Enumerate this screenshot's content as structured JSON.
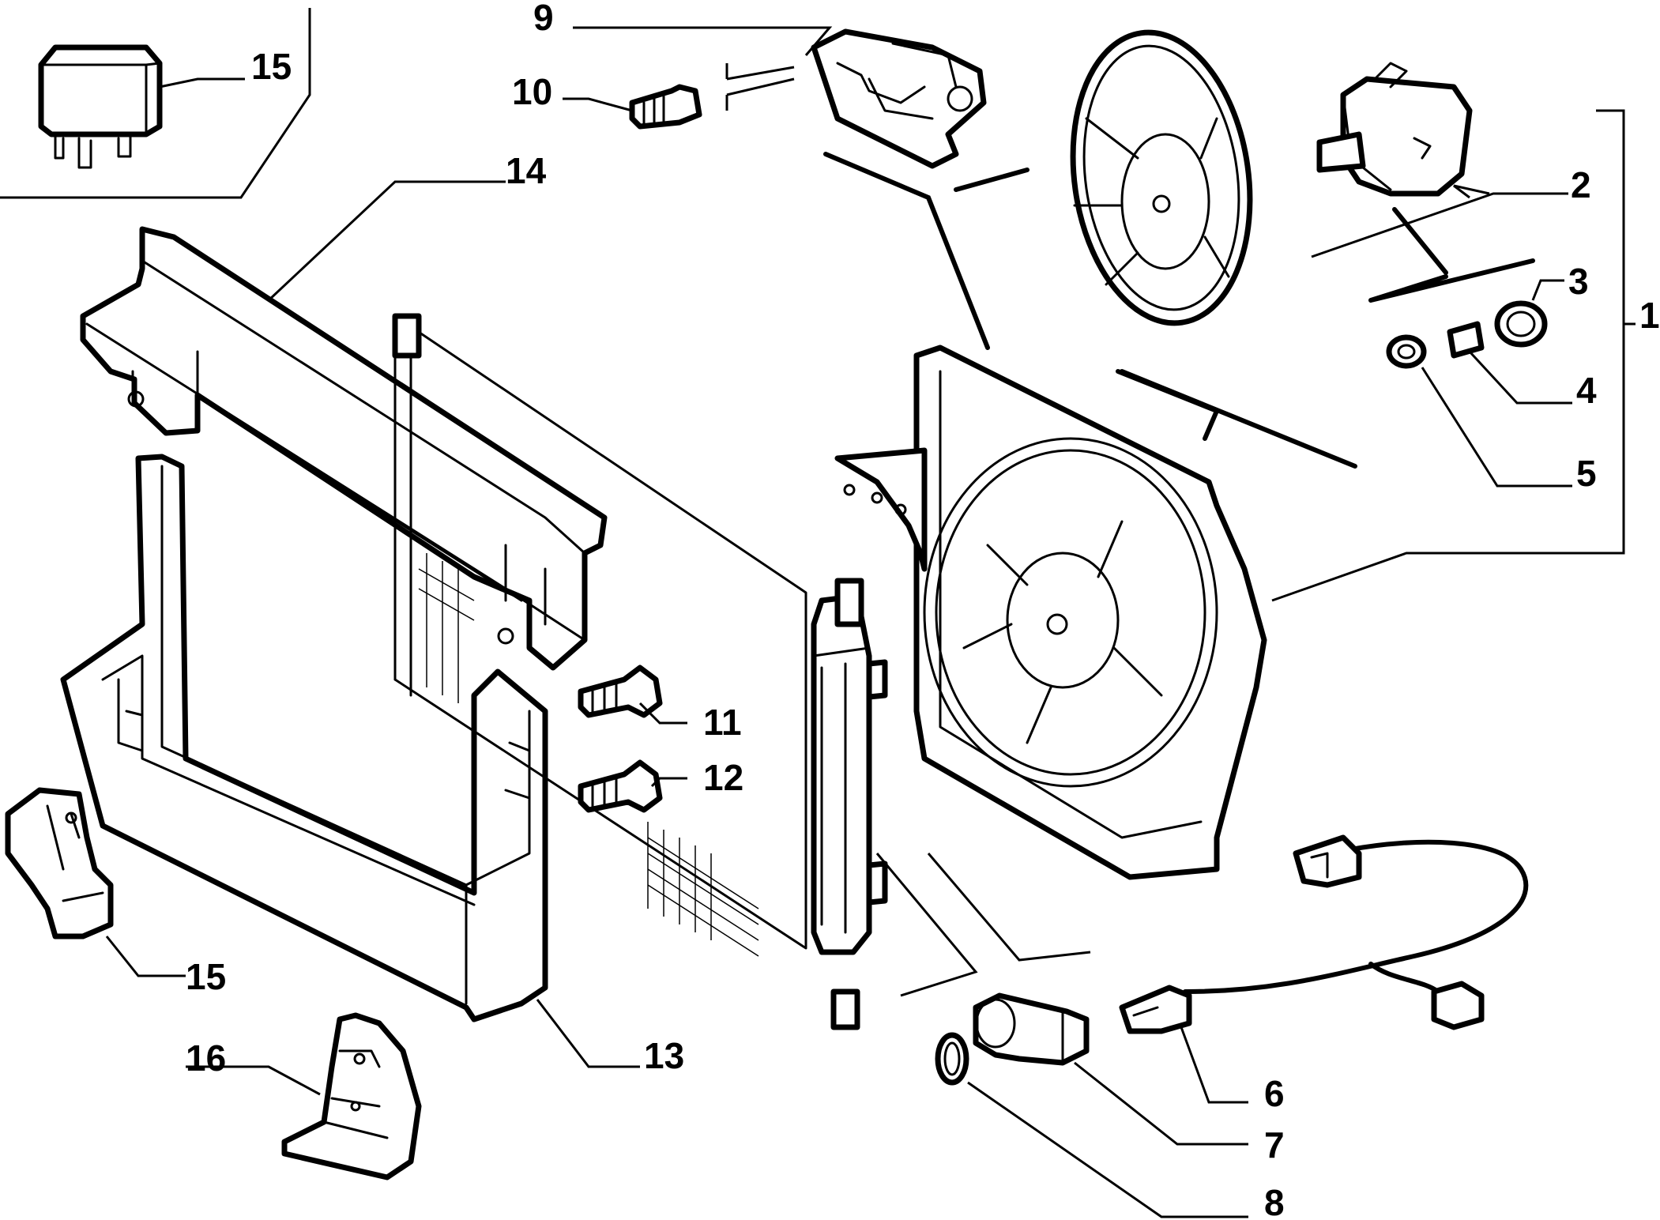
{
  "diagram": {
    "callouts": [
      {
        "id": "c15a",
        "text": "15"
      },
      {
        "id": "c9",
        "text": "9"
      },
      {
        "id": "c10",
        "text": "10"
      },
      {
        "id": "c14",
        "text": "14"
      },
      {
        "id": "c2",
        "text": "2"
      },
      {
        "id": "c3",
        "text": "3"
      },
      {
        "id": "c1",
        "text": "1"
      },
      {
        "id": "c4",
        "text": "4"
      },
      {
        "id": "c5",
        "text": "5"
      },
      {
        "id": "c11",
        "text": "11"
      },
      {
        "id": "c12",
        "text": "12"
      },
      {
        "id": "c15b",
        "text": "15"
      },
      {
        "id": "c16",
        "text": "16"
      },
      {
        "id": "c13",
        "text": "13"
      },
      {
        "id": "c6",
        "text": "6"
      },
      {
        "id": "c7",
        "text": "7"
      },
      {
        "id": "c8",
        "text": "8"
      }
    ]
  }
}
